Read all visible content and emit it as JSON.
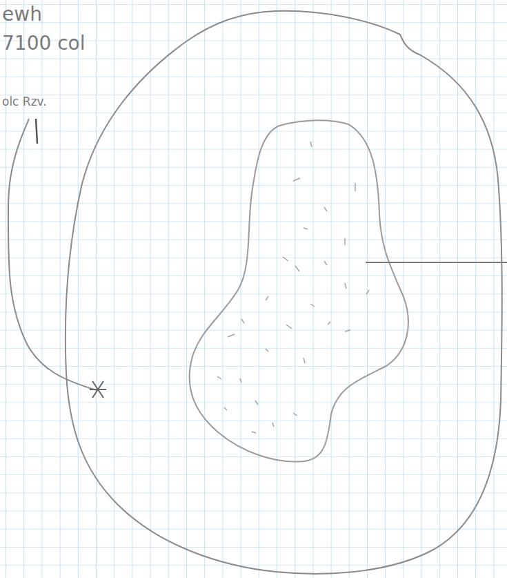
{
  "diagram": {
    "labels": [
      "ewh",
      "7100 col",
      "olc Rzv."
    ]
  }
}
